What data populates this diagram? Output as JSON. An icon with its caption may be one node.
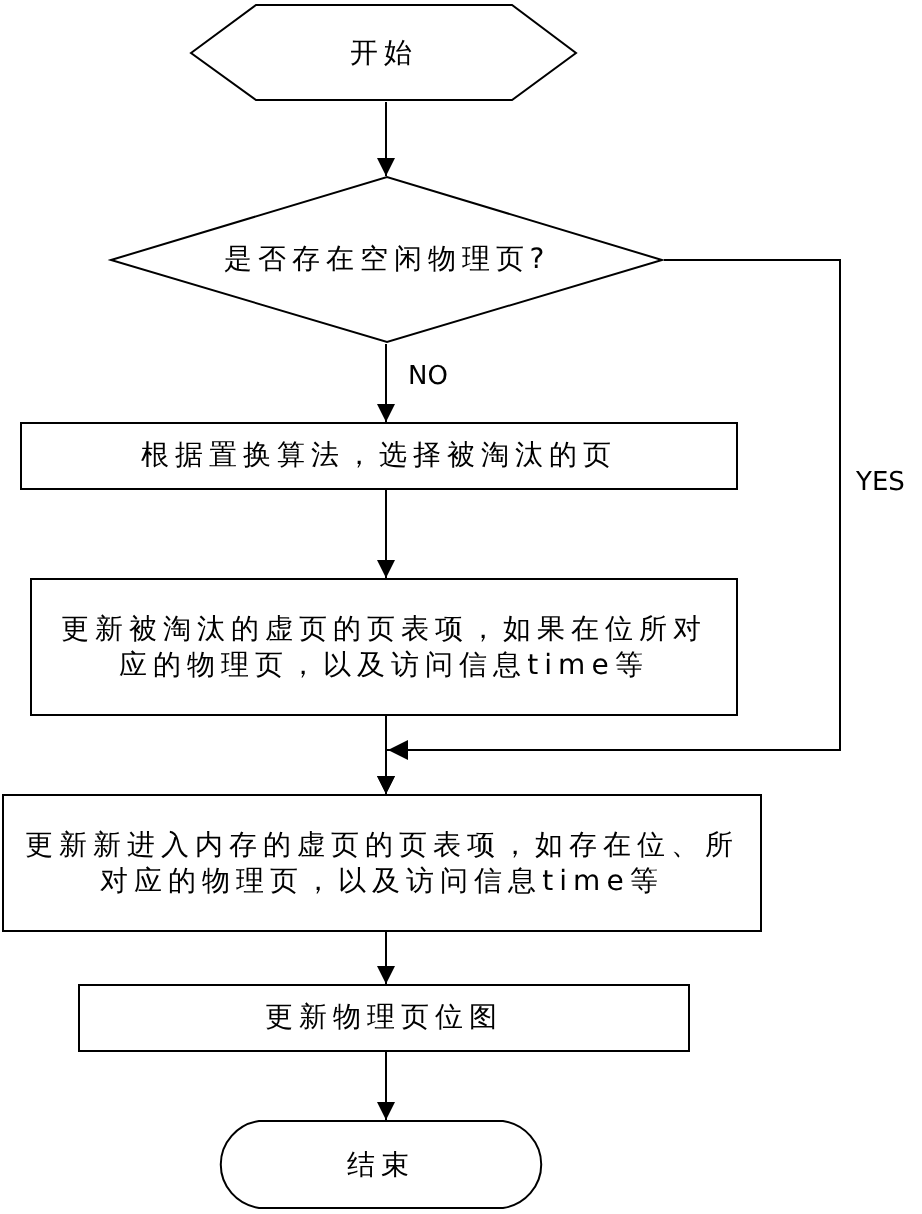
{
  "diagram": {
    "nodes": [
      {
        "text": [
          "开始"
        ]
      },
      {
        "text": [
          "是否存在空闲物理页?"
        ]
      },
      {
        "text": [
          "根据置换算法，选择被淘汰的页"
        ]
      },
      {
        "text": [
          "更新被淘汰的虚页的页表项，如果在位所对应的物理页，以及访问信息time等"
        ]
      },
      {
        "text": [
          "更新新进入内存的虚页的页表项，如存在位、所对应的物理页，以及访问信息time等"
        ]
      },
      {
        "text": [
          "更新物理页位图"
        ]
      },
      {
        "text": [
          "结束"
        ]
      }
    ],
    "edges": [
      {
        "from": 0,
        "to": 1,
        "arrow": "to"
      },
      {
        "from": 1,
        "to": 2,
        "arrow": "to",
        "label": "NO"
      },
      {
        "from": 1,
        "to": 4,
        "arrow": "to",
        "label": "YES"
      },
      {
        "from": 2,
        "to": 3,
        "arrow": "to"
      },
      {
        "from": 3,
        "to": 4,
        "arrow": "to"
      },
      {
        "from": 4,
        "to": 5,
        "arrow": "to"
      },
      {
        "from": 5,
        "to": 6,
        "arrow": "to"
      }
    ]
  }
}
